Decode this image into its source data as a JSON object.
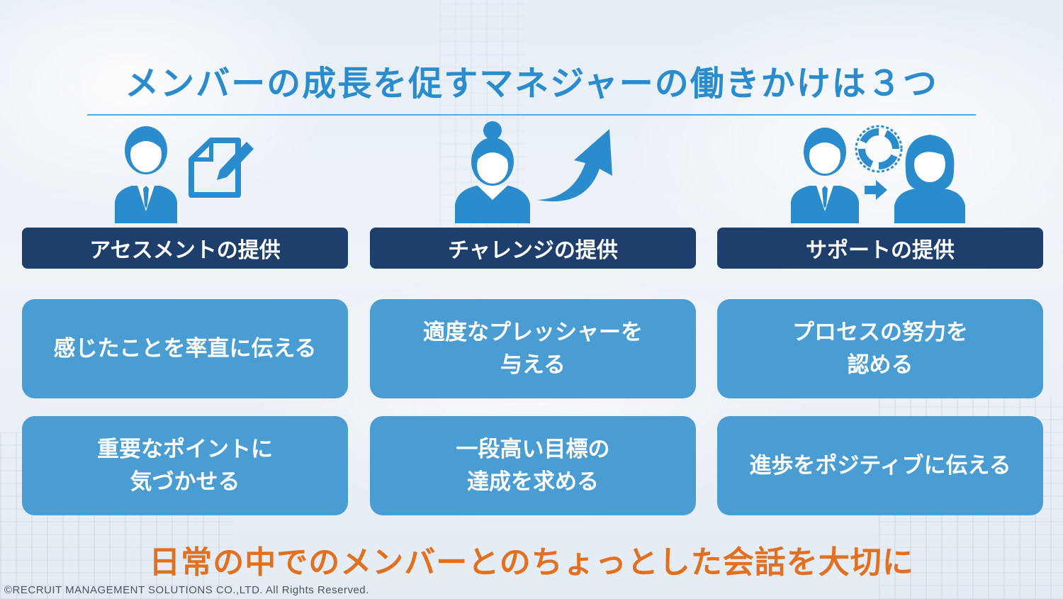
{
  "slide": {
    "title": "メンバーの成長を促すマネジャーの働きかけは３つ",
    "tagline": "日常の中でのメンバーとのちょっとした会話を大切に",
    "copyright": "©RECRUIT MANAGEMENT SOLUTIONS CO.,LTD. All Rights Reserved."
  },
  "columns": [
    {
      "icon": "manager-with-document-icon",
      "header": "アセスメントの提供",
      "cards": [
        "感じたことを率直に伝える",
        "重要なポイントに\n気づかせる"
      ]
    },
    {
      "icon": "member-with-rising-arrow-icon",
      "header": "チャレンジの提供",
      "cards": [
        "適度なプレッシャーを\n与える",
        "一段高い目標の\n達成を求める"
      ]
    },
    {
      "icon": "manager-giving-lifebuoy-icon",
      "header": "サポートの提供",
      "cards": [
        "プロセスの努力を\n認める",
        "進歩をポジティブに伝える"
      ]
    }
  ],
  "colors": {
    "title": "#2a8ccc",
    "header_bg": "#1e3e6b",
    "card_bg": "#4a9dd2",
    "icon": "#2a8ccc",
    "tagline": "#e07022"
  }
}
